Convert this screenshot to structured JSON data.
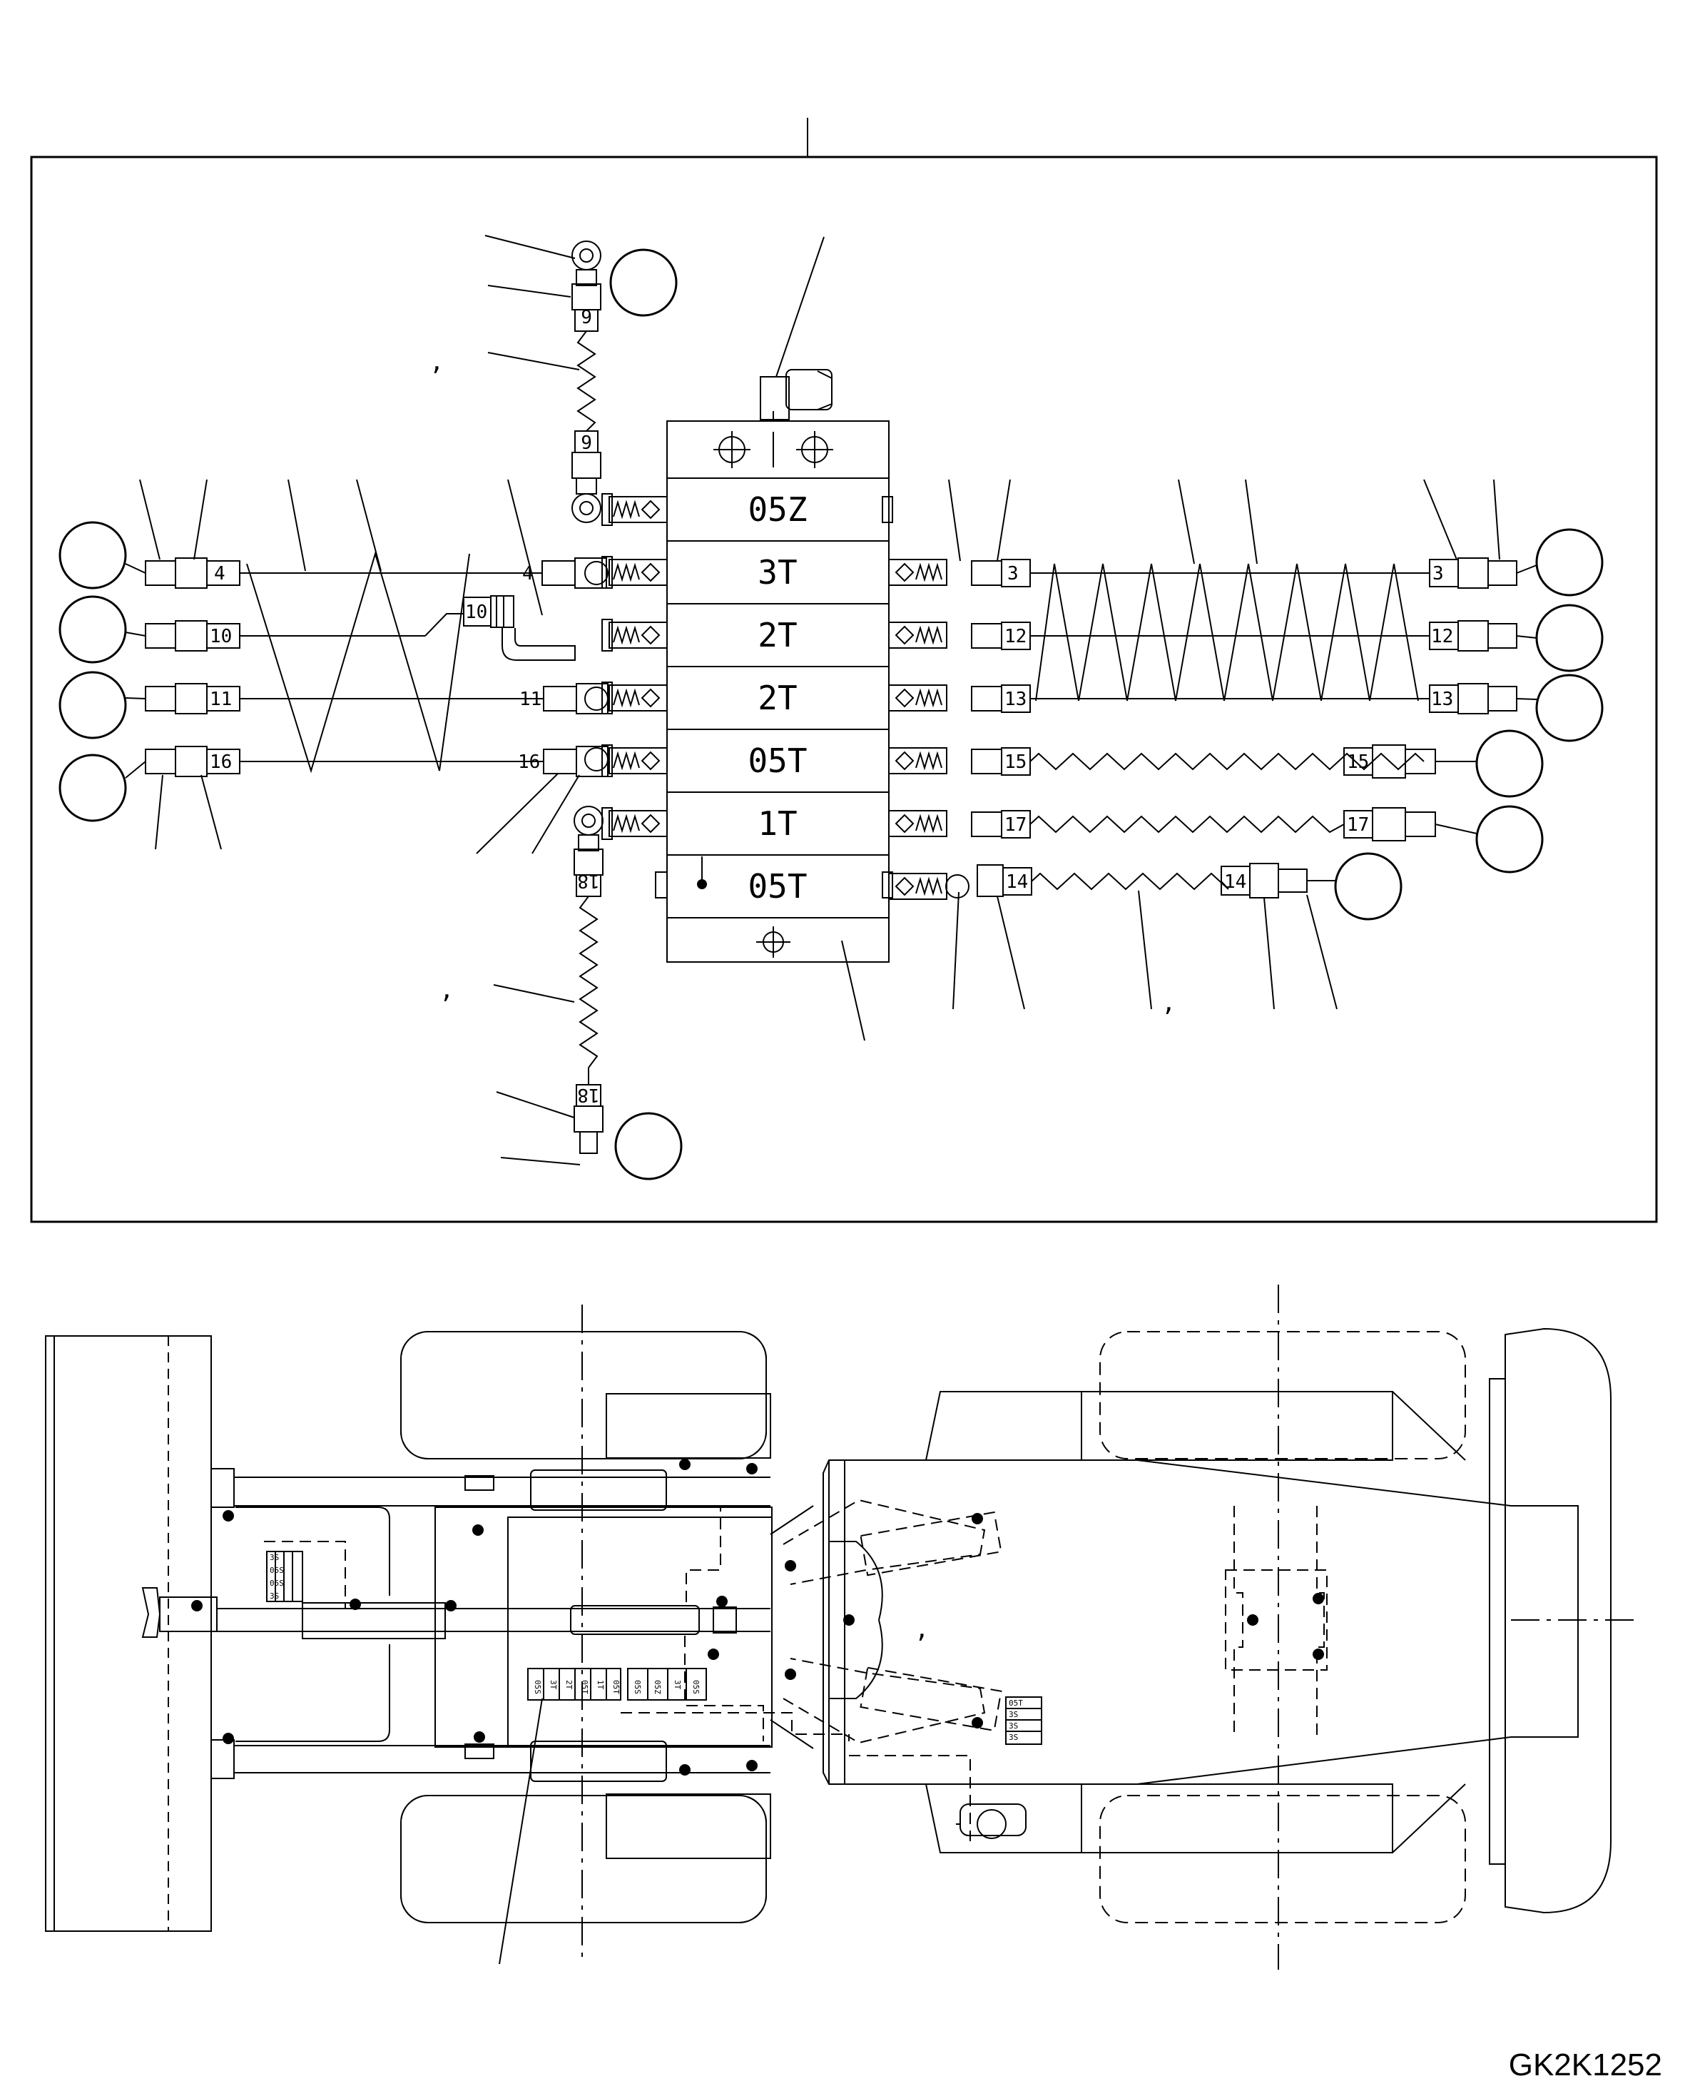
{
  "drawing_code": "GK2K1252",
  "manifold": {
    "sections": [
      "05Z",
      "3T",
      "2T",
      "2T",
      "05T",
      "1T",
      "05T"
    ]
  },
  "fitting_labels": {
    "top_hose": [
      "6",
      "6"
    ],
    "left": [
      "4",
      "10",
      "11",
      "16"
    ],
    "left_inner": [
      "4",
      "10",
      "11",
      "16"
    ],
    "right_inner": [
      "3",
      "12",
      "13",
      "15",
      "17",
      "14"
    ],
    "right_outer": [
      "3",
      "12",
      "13",
      "15",
      "17",
      "14"
    ],
    "bottom_hose": [
      "18",
      "18"
    ]
  },
  "comma_marks": [
    ",",
    ",",
    ",",
    ","
  ],
  "chassis_tables": {
    "left_table": [
      "3S",
      "05S",
      "05S",
      "3S"
    ],
    "center_table_a": [
      "05S",
      "3T",
      "2T",
      "05T",
      "1T",
      "05T"
    ],
    "center_table_b": [
      "05S",
      "05Z",
      "3T",
      "05S"
    ],
    "right_table": [
      "05T",
      "3S",
      "3S",
      "3S"
    ]
  }
}
